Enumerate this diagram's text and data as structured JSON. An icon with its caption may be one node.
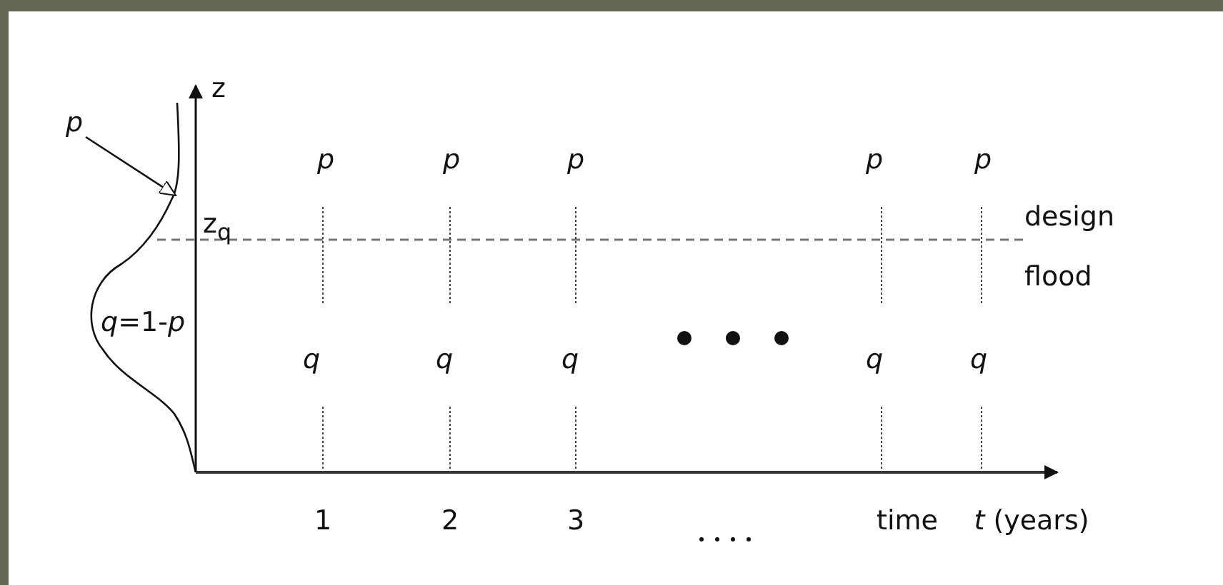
{
  "diagram": {
    "nodes": [
      {
        "text": [
          "p"
        ]
      },
      {
        "text": [],
        "shape": "curve"
      }
    ],
    "edges": [
      {
        "from": 0,
        "to": 1,
        "arrow": "to"
      }
    ],
    "labels": [
      "z",
      "p",
      "p",
      "p",
      "p",
      "p",
      "z$_{q}$",
      "design flood",
      "*q*=1-*p*",
      "q",
      "q",
      "q",
      "q",
      "q",
      "1",
      "2",
      "3",
      "time",
      "*t* (years)"
    ]
  }
}
